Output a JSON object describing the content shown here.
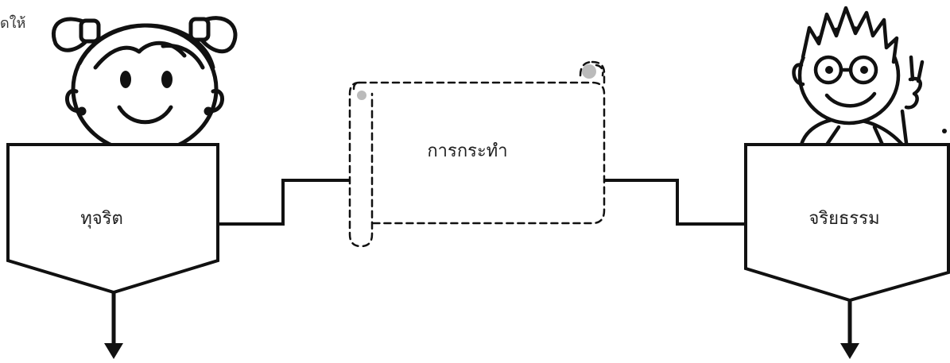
{
  "page": {
    "corner_text": "ดให้"
  },
  "diagram": {
    "left_box": {
      "label": "ทุจริต"
    },
    "center_scroll": {
      "label": "การกระทำ"
    },
    "right_box": {
      "label": "จริยธรรม"
    }
  },
  "icons": {
    "left_character": "girl-cartoon-icon",
    "right_character": "boy-cartoon-icon"
  }
}
